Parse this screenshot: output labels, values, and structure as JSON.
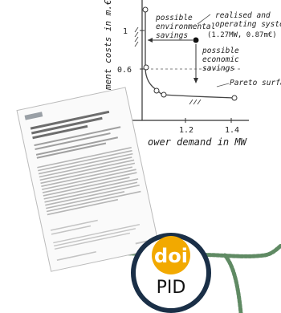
{
  "chart": {
    "ylabel": "ment costs in m.€",
    "xlabel": "ower demand in MW",
    "y_ticks": [
      "1",
      "0.6"
    ],
    "x_ticks": [
      "1.2",
      "1.4"
    ],
    "annotations": {
      "env_line1": "possible",
      "env_line2": "environmental",
      "env_line3": "savings",
      "realised_line1": "realised and",
      "realised_line2": "operating system",
      "realised_line3": "(1.27MW, 0.87m€)",
      "econ_line1": "possible",
      "econ_line2": "economic",
      "econ_line3": "savings",
      "pareto": "Pareto surface"
    }
  },
  "pid": {
    "logo_text": "doi",
    "label": "PID",
    "accent_color": "#f2a900",
    "ring_color": "#1a2f47"
  },
  "string_color": "#5f8a63"
}
